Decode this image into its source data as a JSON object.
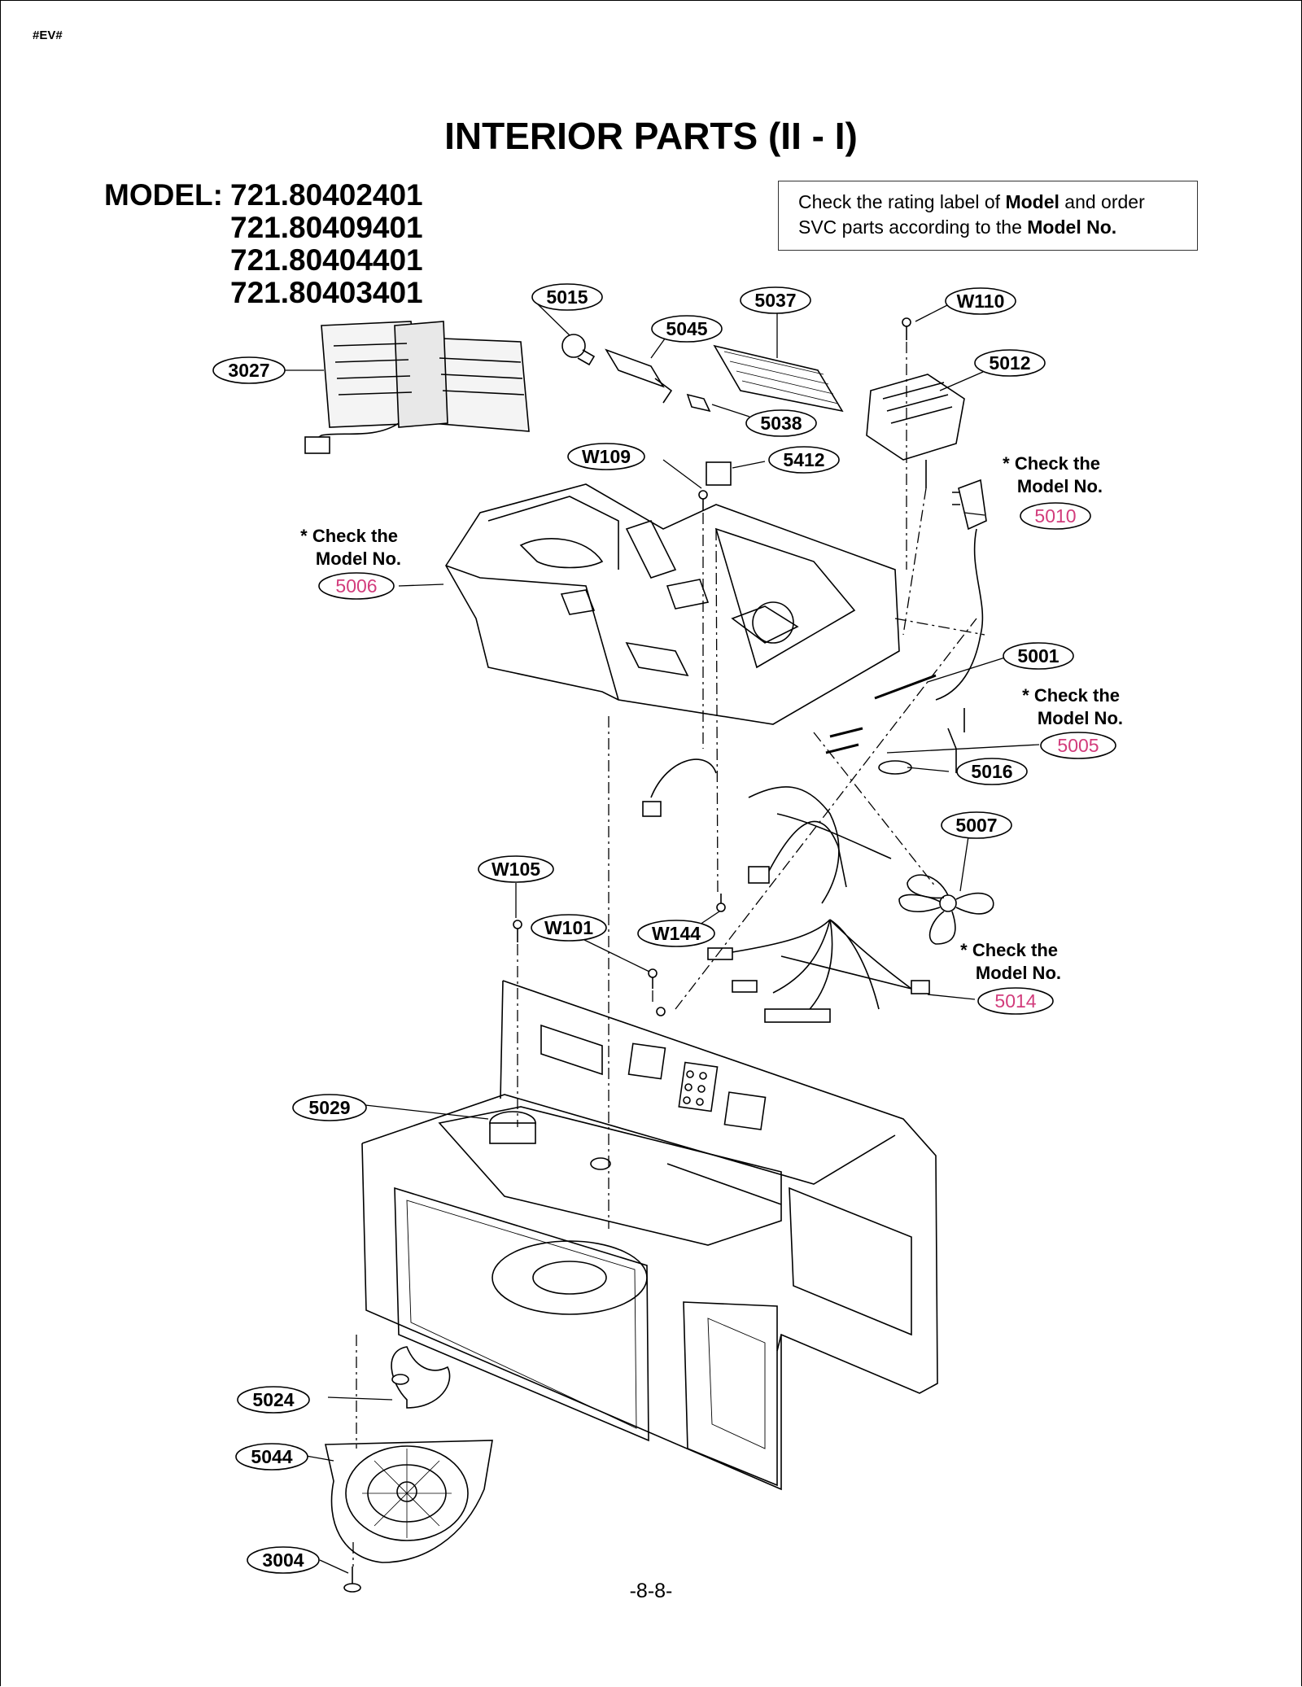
{
  "header": {
    "doc_code": "#EV#",
    "title": "INTERIOR PARTS (II - I)"
  },
  "models": {
    "label": "MODEL:",
    "numbers": [
      "721.80402401",
      "721.80409401",
      "721.80404401",
      "721.80403401"
    ]
  },
  "notice": {
    "part1": "Check the rating label of ",
    "bold1": "Model",
    "part2": " and order SVC parts according to the ",
    "bold2": "Model No."
  },
  "parts": {
    "p5015": "5015",
    "p5037": "5037",
    "w110": "W110",
    "p5045": "5045",
    "p3027": "3027",
    "p5012": "5012",
    "p5038": "5038",
    "w109": "W109",
    "p5412": "5412",
    "p5010": "5010",
    "p5006": "5006",
    "p5001": "5001",
    "p5005": "5005",
    "p5016": "5016",
    "p5007": "5007",
    "w105": "W105",
    "w101": "W101",
    "w144": "W144",
    "p5014": "5014",
    "p5029": "5029",
    "p5024": "5024",
    "p5044": "5044",
    "p3004": "3004"
  },
  "notes": {
    "check_line1": "* Check the",
    "check_line2": "Model No."
  },
  "colors": {
    "highlight": "#d23c7c",
    "line": "#000000"
  },
  "footer": {
    "page_number": "-8-8-"
  }
}
